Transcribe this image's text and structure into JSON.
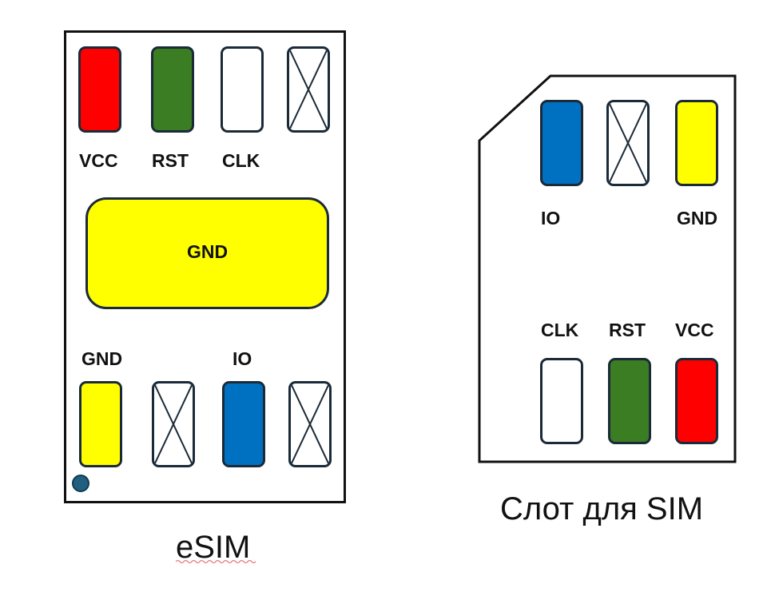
{
  "colors": {
    "vcc": "#ff0000",
    "rst": "#3a7d22",
    "clk": "#ffffff",
    "gnd": "#ffff00",
    "io": "#0070c0",
    "dot": "#215f80",
    "outline": "#1b2a38"
  },
  "esim": {
    "top_labels": [
      "VCC",
      "RST",
      "CLK"
    ],
    "center_label": "GND",
    "bottom_labels": [
      "GND",
      "IO"
    ],
    "caption": "eSIM"
  },
  "slot": {
    "top_labels": [
      "IO",
      "GND"
    ],
    "bottom_labels": [
      "CLK",
      "RST",
      "VCC"
    ],
    "caption": "Слот для SIM"
  },
  "icons": {
    "unused_pin": "cross-box-icon",
    "orientation_marker": "dot-icon"
  }
}
